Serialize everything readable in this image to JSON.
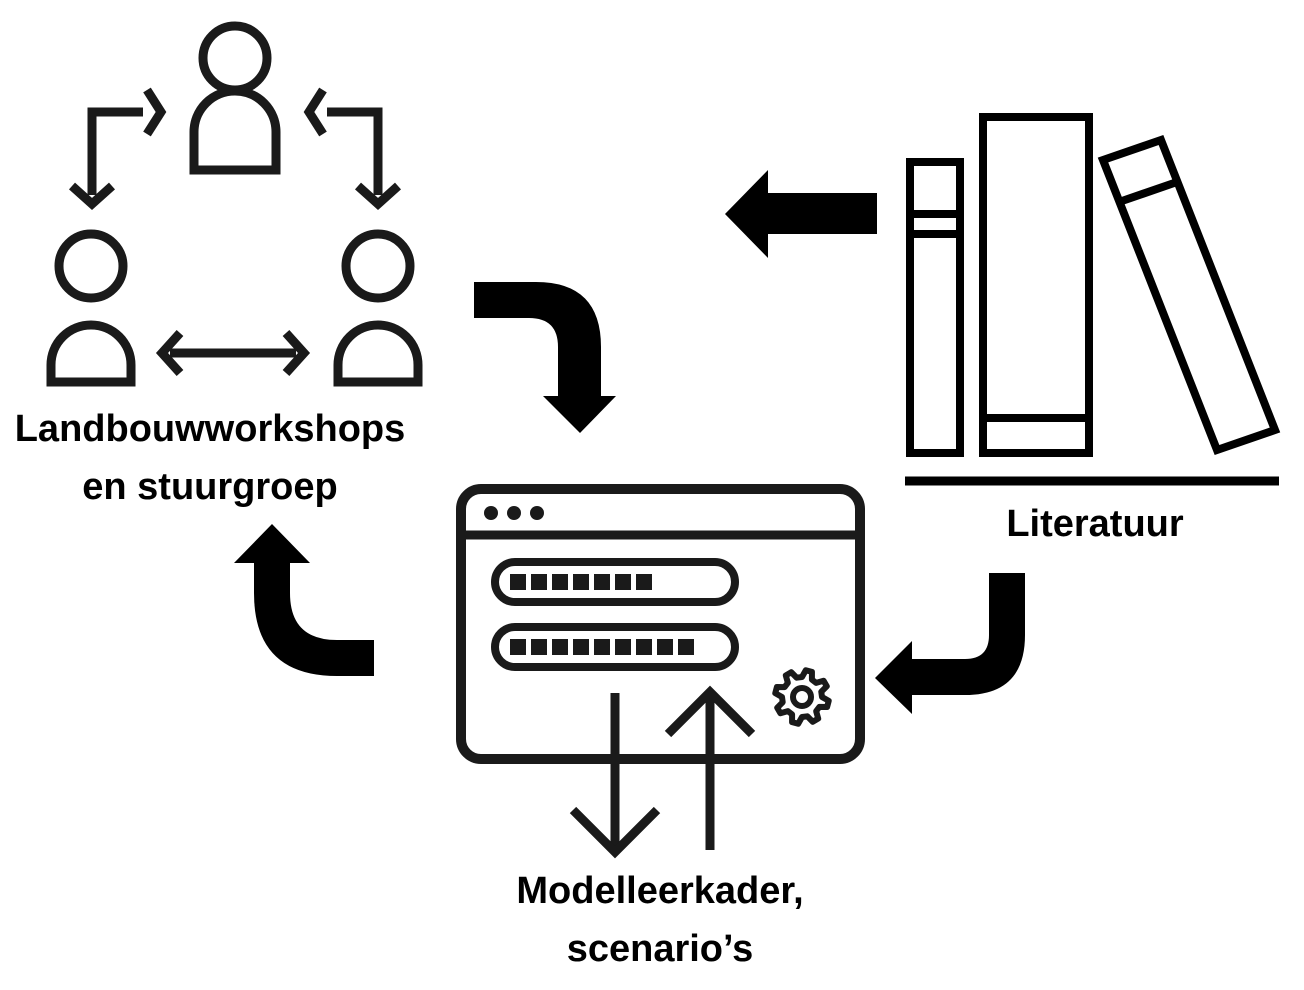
{
  "labels": {
    "workshops": [
      "Landbouwworkshops",
      "en stuurgroep"
    ],
    "literature": "Literatuur",
    "model": [
      "Modelleerkader,",
      "scenario’s"
    ]
  },
  "icons": {
    "people": "group-collaboration-icon",
    "books": "books-icon",
    "model": "software-window-icon",
    "gear": "gear-icon"
  },
  "colors": {
    "ink": "#000000",
    "icon_stroke": "#1a1a1a",
    "background": "#ffffff"
  }
}
